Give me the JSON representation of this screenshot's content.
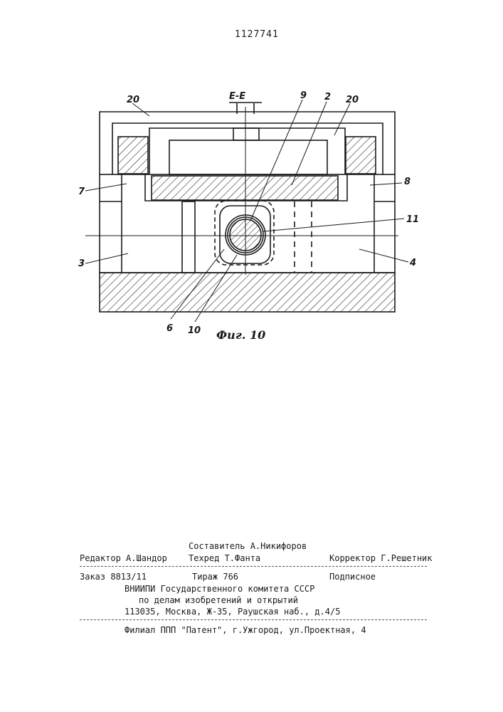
{
  "patent_number": "1127741",
  "figure": {
    "section_label": "Е-Е",
    "caption": "Фиг. 10",
    "part_labels": {
      "p20_left": "20",
      "p9": "9",
      "p2": "2",
      "p20_right": "20",
      "p7": "7",
      "p8": "8",
      "p11": "11",
      "p3": "3",
      "p4": "4",
      "p6": "6",
      "p10": "10"
    }
  },
  "imprint": {
    "compiler": "Составитель А.Никифоров",
    "editor": "Редактор  А.Шандор",
    "techred": "Техред Т.Фанта",
    "corrector": "Корректор Г.Решетник",
    "order": "Заказ  8813/11",
    "circulation": "Тираж 766",
    "subscription": "Подписное",
    "org_line1": "ВНИИПИ Государственного комитета СССР",
    "org_line2": "по делам изобретений и открытий",
    "org_address": "113035, Москва, Ж-35, Раушская наб., д.4/5",
    "branch": "Филиал ППП \"Патент\", г.Ужгород, ул.Проектная, 4"
  }
}
